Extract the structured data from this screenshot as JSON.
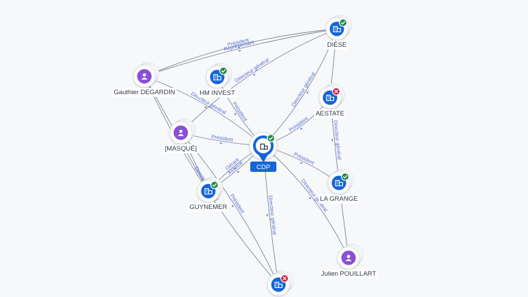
{
  "colors": {
    "company": "#1565d8",
    "person": "#8a4fd6",
    "active": "#1f8a4c",
    "closed": "#d0163f",
    "edge": "#7c8593",
    "edge_label": "#5b6bd6",
    "center_badge": "#1565d8"
  },
  "nodes": [
    {
      "id": "cdp",
      "label": "CDP",
      "kind": "company",
      "status": "active",
      "center": true,
      "icon": "building-icon"
    },
    {
      "id": "diese",
      "label": "DIÈSE",
      "kind": "company",
      "status": "active",
      "icon": "building-icon"
    },
    {
      "id": "hminvest",
      "label": "HM INVEST",
      "kind": "company",
      "status": "active",
      "icon": "building-icon"
    },
    {
      "id": "aestate",
      "label": "AESTATE",
      "kind": "company",
      "status": "closed",
      "icon": "building-icon"
    },
    {
      "id": "lagrange",
      "label": "LA GRANGE",
      "kind": "company",
      "status": "active",
      "icon": "building-icon"
    },
    {
      "id": "guynemer",
      "label": "GUYNEMER",
      "kind": "company",
      "status": "active",
      "icon": "building-icon"
    },
    {
      "id": "bottom",
      "label": "",
      "kind": "company",
      "status": "closed",
      "icon": "building-icon"
    },
    {
      "id": "gauthier",
      "label": "Gauthier DEGARDIN",
      "kind": "person",
      "icon": "person-icon"
    },
    {
      "id": "masque",
      "label": "[MASQUÉ]",
      "kind": "person",
      "icon": "person-icon"
    },
    {
      "id": "julien",
      "label": "Julien POUILLART",
      "kind": "person",
      "icon": "person-icon"
    }
  ],
  "edges": [
    {
      "id": "e1",
      "from": "gauthier",
      "to": "diese",
      "label": "Président"
    },
    {
      "id": "e2",
      "from": "gauthier",
      "to": "diese",
      "label": "Représentant"
    },
    {
      "id": "e3",
      "from": "masque",
      "to": "diese",
      "label": "Directeur général"
    },
    {
      "id": "e4",
      "from": "cdp",
      "to": "diese",
      "label": "Directeur général"
    },
    {
      "id": "e5",
      "from": "hminvest",
      "to": "cdp",
      "label": "Président"
    },
    {
      "id": "e6",
      "from": "gauthier",
      "to": "cdp",
      "label": "Directeur général"
    },
    {
      "id": "e7",
      "from": "masque",
      "to": "cdp",
      "label": "Président"
    },
    {
      "id": "e8",
      "from": "cdp",
      "to": "aestate",
      "label": "Président"
    },
    {
      "id": "e9",
      "from": "cdp",
      "to": "lagrange",
      "label": "Président"
    },
    {
      "id": "e10",
      "from": "guynemer",
      "to": "cdp",
      "label": "Gérant"
    },
    {
      "id": "e11",
      "from": "guynemer",
      "to": "cdp",
      "label": "Associé"
    },
    {
      "id": "e12",
      "from": "cdp",
      "to": "bottom",
      "label": "Directeur général"
    },
    {
      "id": "e13",
      "from": "julien",
      "to": "cdp",
      "label": "Directeur général"
    },
    {
      "id": "e14",
      "from": "lagrange",
      "to": "aestate",
      "label": "Directeur général"
    },
    {
      "id": "e15",
      "from": "masque",
      "to": "bottom",
      "label": "Président"
    },
    {
      "id": "e16",
      "from": "gauthier",
      "to": "bottom",
      "label": "Directeur général"
    },
    {
      "id": "e17",
      "from": "diese",
      "to": "aestate",
      "label": ""
    },
    {
      "id": "e18",
      "from": "lagrange",
      "to": "julien",
      "label": ""
    },
    {
      "id": "e19",
      "from": "gauthier",
      "to": "guynemer",
      "label": ""
    },
    {
      "id": "e20",
      "from": "masque",
      "to": "guynemer",
      "label": ""
    }
  ]
}
